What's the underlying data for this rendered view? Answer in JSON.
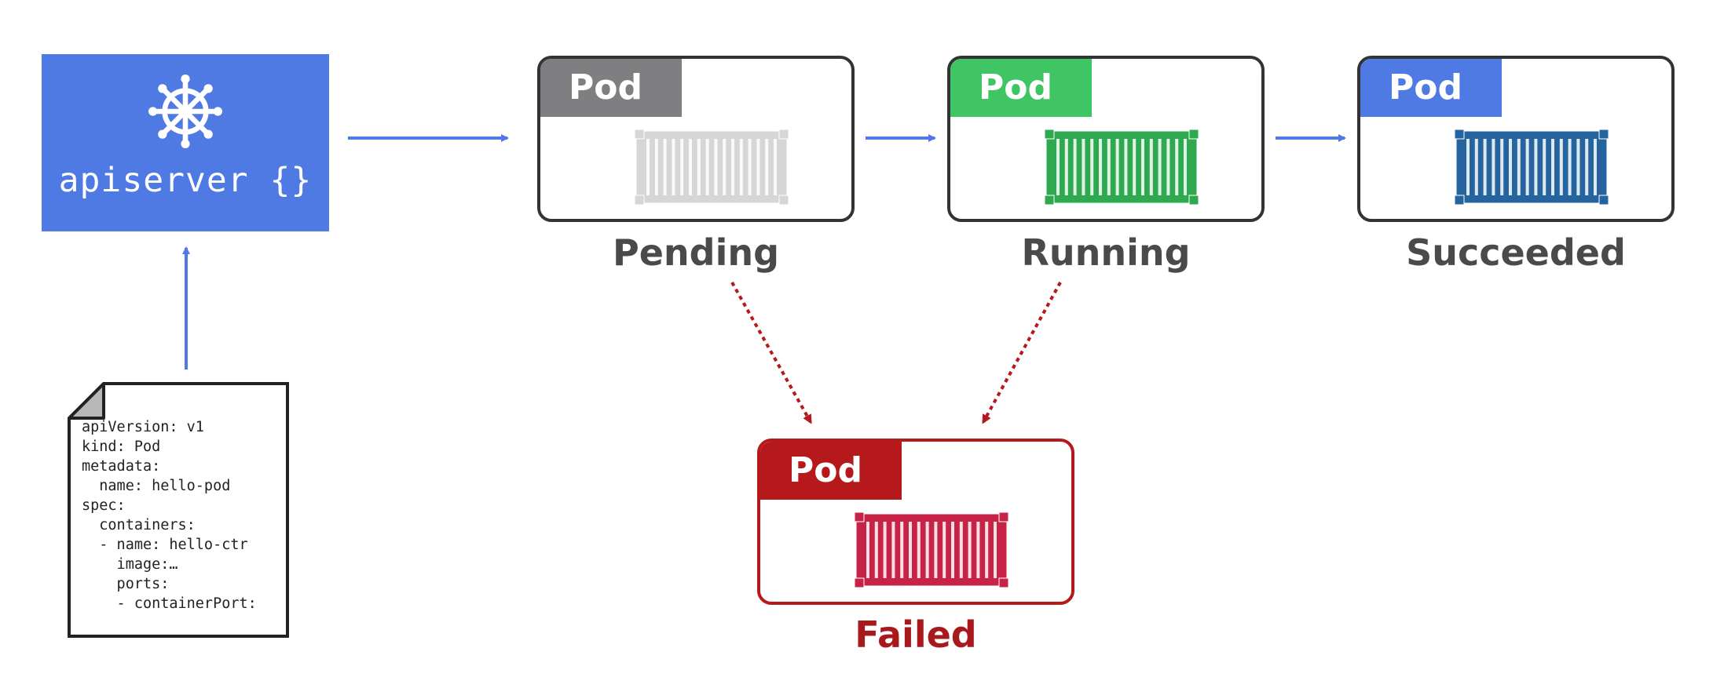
{
  "apiserver": {
    "label": "apiserver {}",
    "icon": "kubernetes-wheel-icon",
    "color": "#4f7ae3"
  },
  "pods": [
    {
      "id": "pending",
      "tag": "Pod",
      "state": "Pending",
      "tag_color": "#7f7e80",
      "container_color": "#d6d6d6",
      "label_color": "#4a4a4a",
      "border_color": "#333333"
    },
    {
      "id": "running",
      "tag": "Pod",
      "state": "Running",
      "tag_color": "#3fc563",
      "container_color": "#2ea94f",
      "label_color": "#4a4a4a",
      "border_color": "#333333"
    },
    {
      "id": "succeeded",
      "tag": "Pod",
      "state": "Succeeded",
      "tag_color": "#4f7ae3",
      "container_color": "#25649e",
      "label_color": "#4a4a4a",
      "border_color": "#333333"
    },
    {
      "id": "failed",
      "tag": "Pod",
      "state": "Failed",
      "tag_color": "#b5191b",
      "container_color": "#c72347",
      "label_color": "#a8191d",
      "border_color": "#b5191b"
    }
  ],
  "manifest": {
    "lines": [
      "apiVersion: v1",
      "kind: Pod",
      "metadata:",
      "  name: hello-pod",
      "spec:",
      "  containers:",
      "  - name: hello-ctr",
      "    image:…",
      "    ports:",
      "    - containerPort:"
    ]
  },
  "colors": {
    "arrow": "#4f7ae3",
    "fail_arrow": "#b5191b"
  }
}
